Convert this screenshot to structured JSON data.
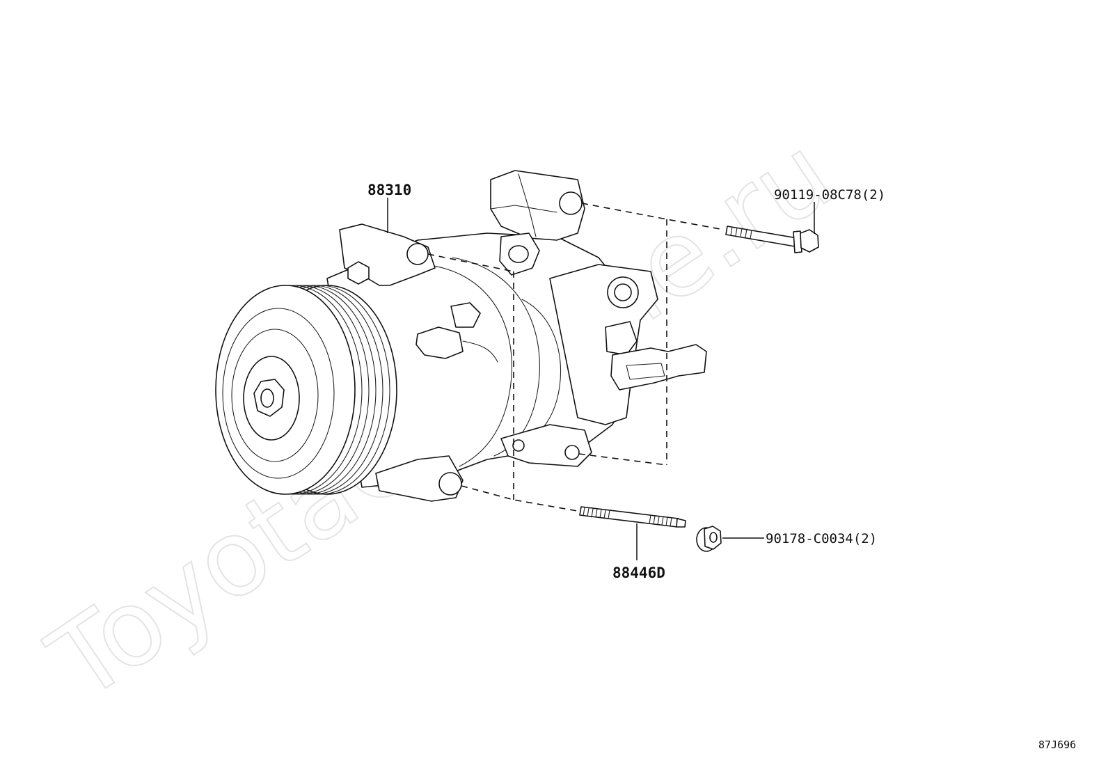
{
  "watermark": "ToyotaCarMine.ru",
  "diagram_code": "87J696",
  "parts": {
    "compressor": {
      "number": "88310"
    },
    "stud_bolt": {
      "number": "88446D"
    },
    "upper_bolt": {
      "number": "90119-08C78(2)"
    },
    "nut": {
      "number": "90178-C0034(2)"
    }
  },
  "colors": {
    "line": "#111111",
    "watermark": "#e3e3e3",
    "background": "#ffffff"
  }
}
